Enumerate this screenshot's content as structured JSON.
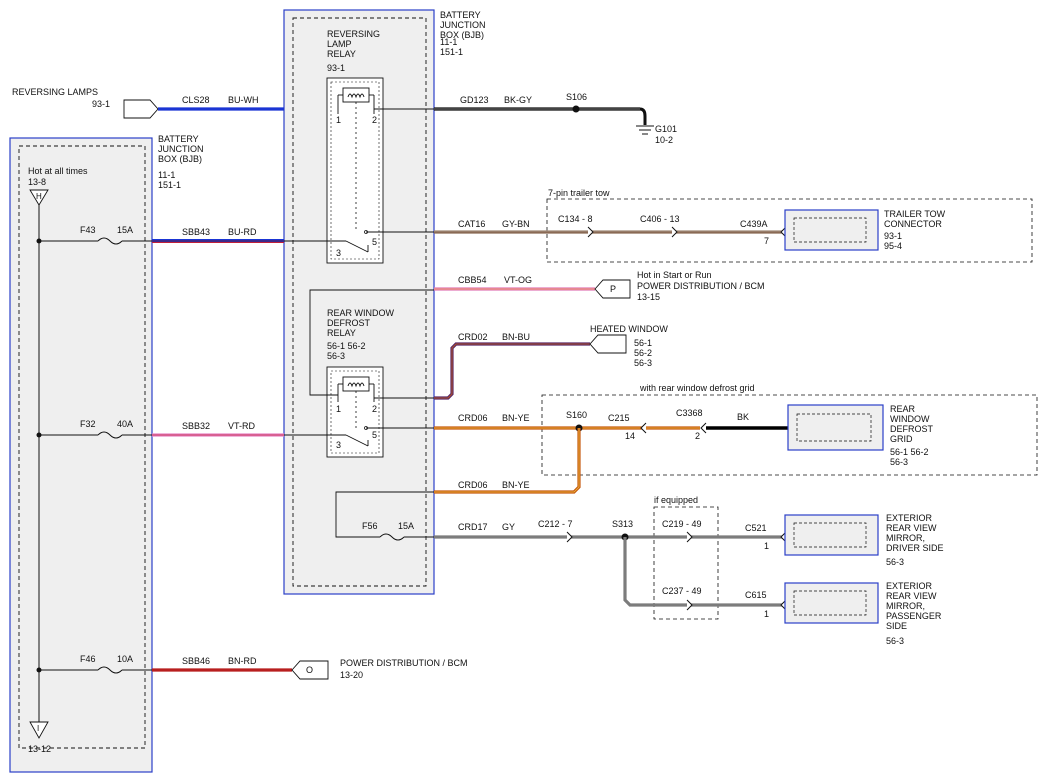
{
  "colors": {
    "BU-WH": "#1a35d4",
    "BU-RD": "#3a2a8c",
    "BK-GY": "#111111",
    "GY-BN": "#8a6a55",
    "VT-OG": "#e07ab8",
    "BN-BU": "#5a2a6a",
    "BN-YE": "#c65a10",
    "VT-RD": "#e686c8",
    "GY": "#7c7c7c",
    "BK": "#000000",
    "BN-RD": "#b81f1f",
    "box_border": "#2b3fc8",
    "box_fill": "#efefef"
  },
  "bjb_right": {
    "name": "BATTERY\nJUNCTION\nBOX (BJB)",
    "refs": "11-1\n151-1"
  },
  "bjb_left": {
    "name": "BATTERY\nJUNCTION\nBOX (BJB)",
    "refs": "11-1\n151-1"
  },
  "reversing_relay": {
    "name": "REVERSING\nLAMP\nRELAY",
    "ref": "93-1"
  },
  "defrost_relay": {
    "name": "REAR WINDOW\nDEFROST\nRELAY",
    "ref": "56-1   56-2\n56-3"
  },
  "relay_pins": {
    "p1": "1",
    "p2": "2",
    "p3": "3",
    "p5": "5"
  },
  "hot_at_all_times": "Hot at all times",
  "hot_ref": "13-8",
  "hot_symbol": "H",
  "bottom_symbol": "I",
  "bottom_ref": "13-12",
  "reversing_lamps": {
    "label": "REVERSING LAMPS",
    "ref": "93-1"
  },
  "fuses": [
    {
      "id": "F43",
      "amps": "15A"
    },
    {
      "id": "F32",
      "amps": "40A"
    },
    {
      "id": "F46",
      "amps": "10A"
    },
    {
      "id": "F56",
      "amps": "15A"
    }
  ],
  "wires": {
    "cls28": {
      "circuit": "CLS28",
      "color": "BU-WH"
    },
    "sbb43": {
      "circuit": "SBB43",
      "color": "BU-RD"
    },
    "sbb32": {
      "circuit": "SBB32",
      "color": "VT-RD"
    },
    "sbb46": {
      "circuit": "SBB46",
      "color": "BN-RD"
    },
    "gd123": {
      "circuit": "GD123",
      "color": "BK-GY"
    },
    "cat16": {
      "circuit": "CAT16",
      "color": "GY-BN"
    },
    "cbb54": {
      "circuit": "CBB54",
      "color": "VT-OG"
    },
    "crd02": {
      "circuit": "CRD02",
      "color": "BN-BU"
    },
    "crd06a": {
      "circuit": "CRD06",
      "color": "BN-YE"
    },
    "crd06b": {
      "circuit": "CRD06",
      "color": "BN-YE"
    },
    "crd17": {
      "circuit": "CRD17",
      "color": "GY"
    },
    "bk": {
      "color": "BK"
    }
  },
  "splices": {
    "s106": "S106",
    "s160": "S160",
    "s313": "S313"
  },
  "ground": {
    "id": "G101",
    "ref": "10-2"
  },
  "trailer": {
    "note": "7-pin trailer tow",
    "c134": "C134 - 8",
    "c406": "C406 - 13",
    "c439a": "C439A",
    "pin": "7",
    "name": "TRAILER TOW\nCONNECTOR",
    "refs": "93-1\n95-4"
  },
  "p_conn": {
    "symbol": "P",
    "line1": "Hot in Start or Run",
    "line2": "POWER DISTRIBUTION / BCM",
    "ref": "13-15"
  },
  "heated_window": {
    "label": "HEATED WINDOW",
    "refs": "56-1\n56-2\n56-3"
  },
  "defrost_grid": {
    "note": "with rear window defrost grid",
    "c215": "C215",
    "c215_pin": "14",
    "c3368": "C3368",
    "c3368_pin": "2",
    "name": "REAR\nWINDOW\nDEFROST\nGRID",
    "refs": "56-1   56-2\n56-3"
  },
  "mirrors": {
    "note": "if equipped",
    "c212": "C212 - 7",
    "c219": "C219 - 49",
    "c237": "C237 - 49",
    "c521": "C521",
    "c521_pin": "1",
    "c615": "C615",
    "c615_pin": "1",
    "driver_name": "EXTERIOR\nREAR VIEW\nMIRROR,\nDRIVER SIDE",
    "driver_ref": "56-3",
    "pass_name": "EXTERIOR\nREAR VIEW\nMIRROR,\nPASSENGER\nSIDE",
    "pass_ref": "56-3"
  },
  "o_conn": {
    "symbol": "O",
    "line1": "POWER DISTRIBUTION / BCM",
    "ref": "13-20"
  }
}
